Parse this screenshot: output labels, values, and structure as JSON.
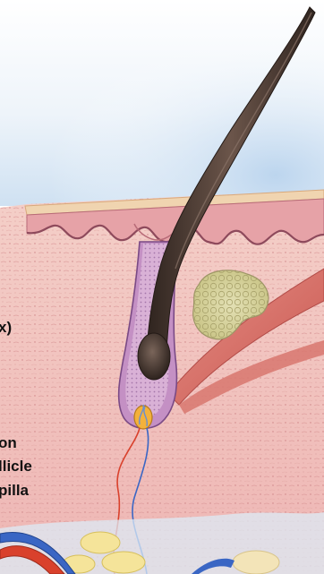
{
  "labels": {
    "cortex_partial": "x)",
    "innervation_partial": "on",
    "follicle_partial": "llicle",
    "papilla_partial": "pilla"
  },
  "colors": {
    "sky": "#d8e8f5",
    "dermis": "#f0c4c0",
    "epidermis": "#e4a5a8",
    "surface": "#f2d5b0",
    "hair_shaft": "#4c3a32",
    "follicle_sheath": "#b07ab0",
    "gland": "#d6d29a",
    "muscle": "#d77870",
    "artery": "#d9412c",
    "vein": "#3a66c4",
    "papilla": "#f3b13b",
    "fat": "#f5e49a"
  },
  "icons": {
    "hair": "hair-follicle-illustration"
  }
}
